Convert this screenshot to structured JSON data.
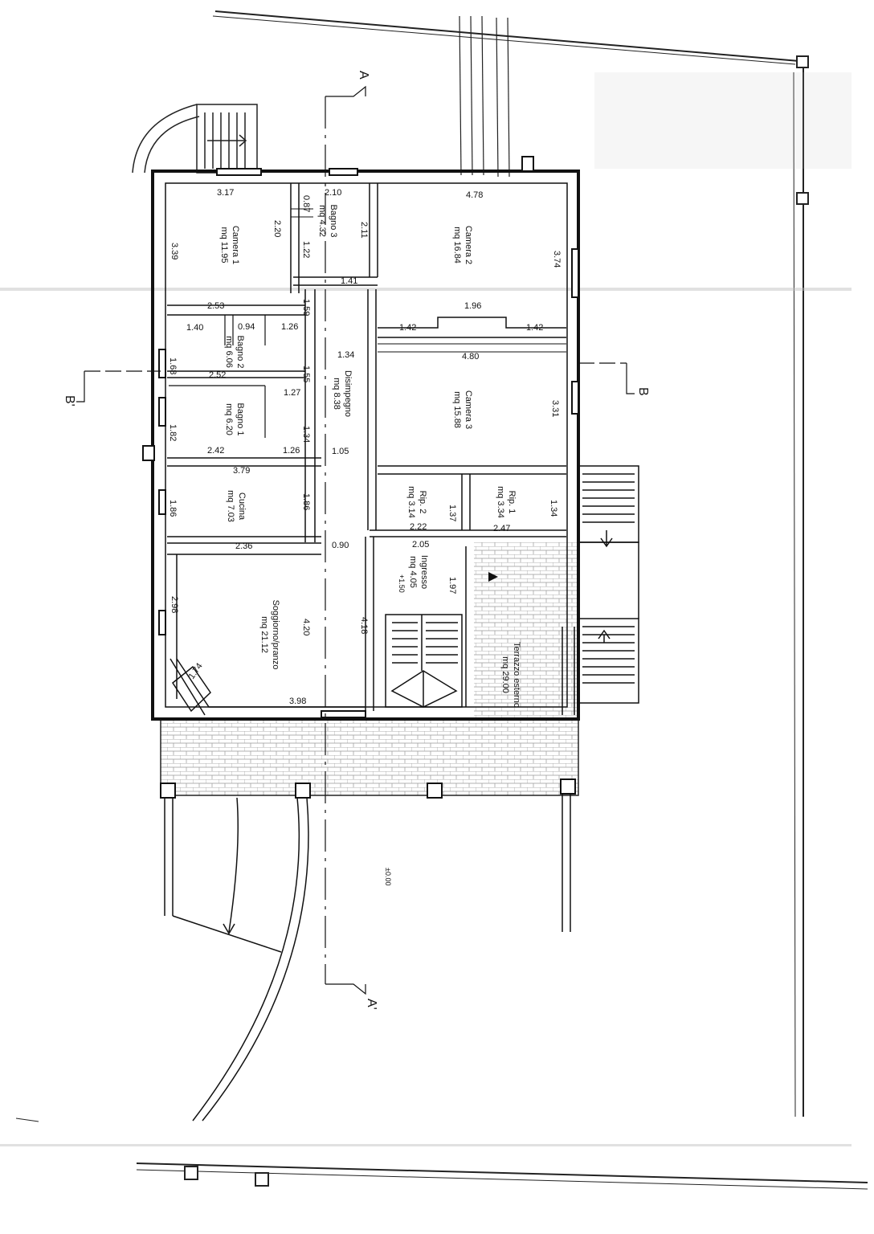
{
  "rooms": [
    {
      "name": "Camera 1",
      "area": "mq 11.95"
    },
    {
      "name": "Bagno 3",
      "area": "mq 4.32"
    },
    {
      "name": "Camera 2",
      "area": "mq 16.84"
    },
    {
      "name": "Bagno 2",
      "area": "mq 6.06"
    },
    {
      "name": "Disimpegno",
      "area": "mq 8.38"
    },
    {
      "name": "Camera 3",
      "area": "mq 15.88"
    },
    {
      "name": "Bagno 1",
      "area": "mq 6.20"
    },
    {
      "name": "Cucina",
      "area": "mq 7.03"
    },
    {
      "name": "Rip. 2",
      "area": "mq 3.14"
    },
    {
      "name": "Rip. 1",
      "area": "mq 3.34"
    },
    {
      "name": "Ingresso",
      "area": "mq 4.05"
    },
    {
      "name": "Soggiorno/pranzo",
      "area": "mq 21.12"
    },
    {
      "name": "Terrazzo esterno",
      "area": "mq 29.00"
    }
  ],
  "dimensions": [
    "3.17",
    "2.10",
    "4.78",
    "0.87",
    "2.20",
    "2.11",
    "3.39",
    "1.22",
    "3.74",
    "1.41",
    "2.53",
    "1.59",
    "1.96",
    "1.40",
    "0.94",
    "1.26",
    "1.42",
    "1.42",
    "1.68",
    "1.34",
    "4.80",
    "2.52",
    "1.55",
    "1.27",
    "3.31",
    "1.82",
    "1.34",
    "2.42",
    "1.26",
    "1.05",
    "3.79",
    "1.37",
    "1.34",
    "1.86",
    "1.86",
    "2.22",
    "2.47",
    "2.36",
    "0.90",
    "2.05",
    "2.98",
    "1.97",
    "4.20",
    "4.18",
    "1.74",
    "3.98"
  ],
  "sections": {
    "a_top": "A",
    "a_bottom": "A'",
    "b_left": "B'",
    "b_right": "B"
  },
  "levels": {
    "entrance": "+1.50",
    "ground": "±0.00"
  }
}
